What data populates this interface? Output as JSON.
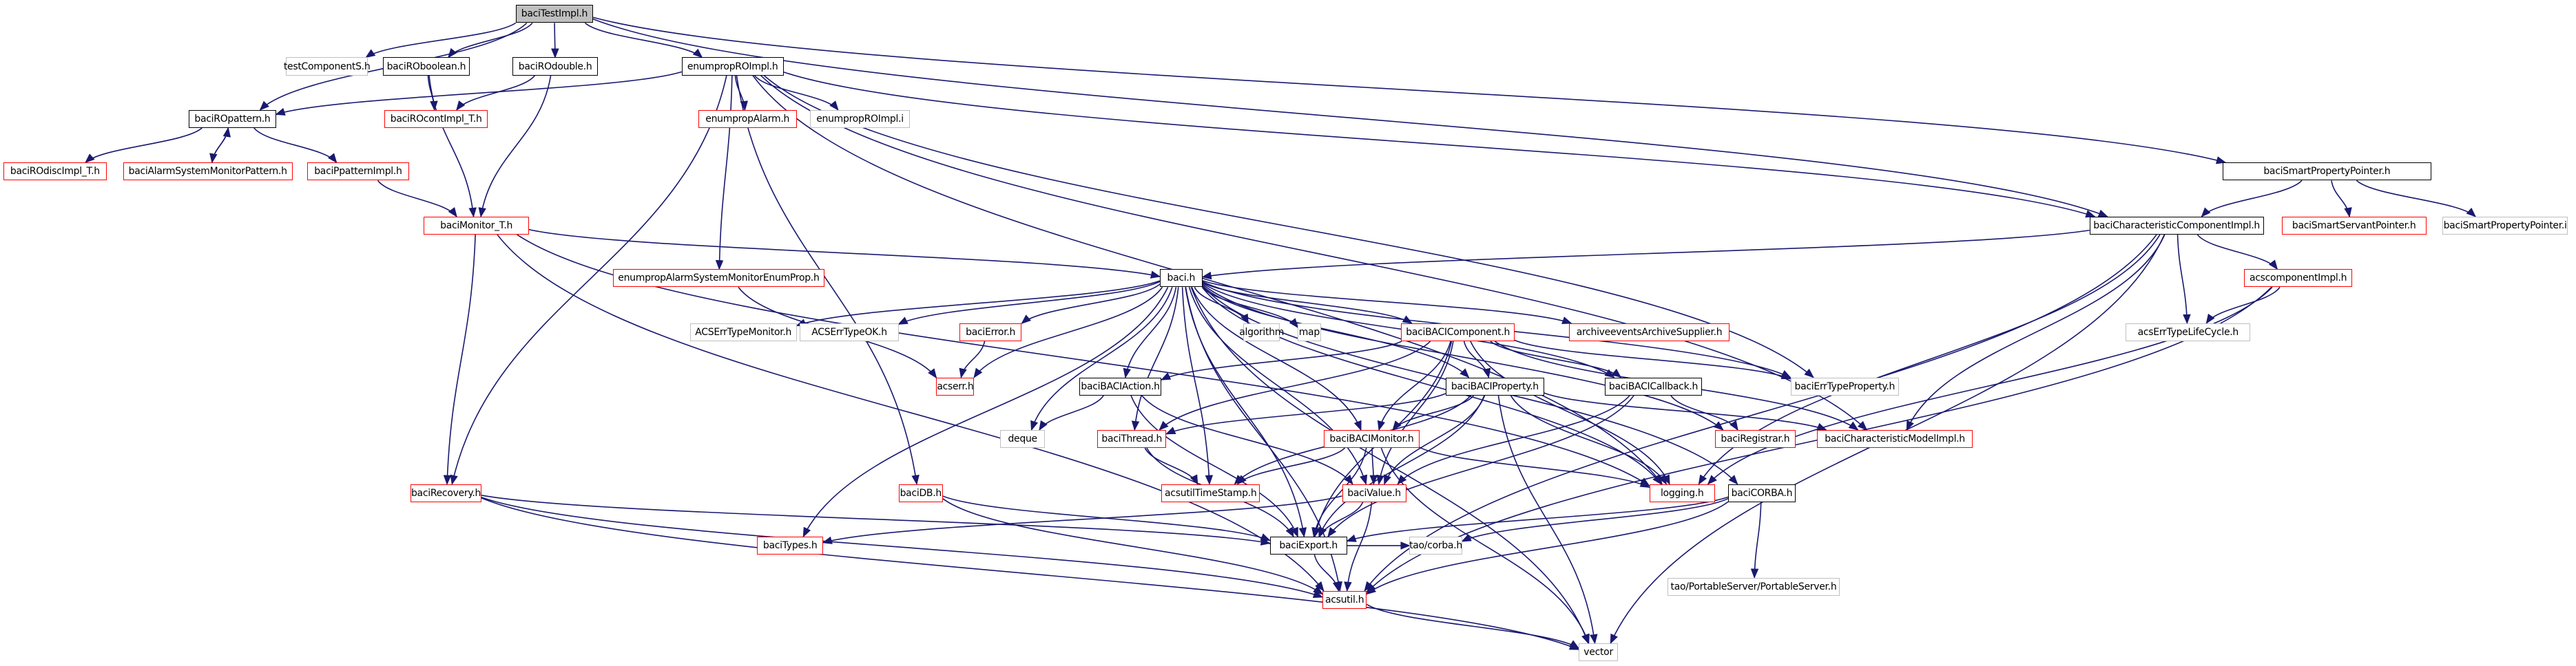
{
  "graph": {
    "title": "baciTestImpl.h include dependency graph",
    "edge_color": "#191970",
    "node_styles": {
      "root": {
        "fill": "#bfbfbf",
        "border": "#000000"
      },
      "documented": {
        "fill": "#ffffff",
        "border": "#000000"
      },
      "undocumented": {
        "fill": "#ffffff",
        "border": "#ff0000"
      },
      "external": {
        "fill": "#ffffff",
        "border": "#bfbfbf"
      }
    },
    "nodes": [
      {
        "id": "baciTestImpl",
        "label": "baciTestImpl.h",
        "style": "root"
      },
      {
        "id": "testComponentS",
        "label": "testComponentS.h",
        "style": "external"
      },
      {
        "id": "baciROboolean",
        "label": "baciROboolean.h",
        "style": "documented"
      },
      {
        "id": "baciROdouble",
        "label": "baciROdouble.h",
        "style": "documented"
      },
      {
        "id": "enumpropROImpl",
        "label": "enumpropROImpl.h",
        "style": "documented"
      },
      {
        "id": "baciROpattern",
        "label": "baciROpattern.h",
        "style": "documented"
      },
      {
        "id": "baciROcontImpl_T",
        "label": "baciROcontImpl_T.h",
        "style": "undocumented"
      },
      {
        "id": "enumpropAlarm",
        "label": "enumpropAlarm.h",
        "style": "undocumented"
      },
      {
        "id": "enumpropROImpl_i",
        "label": "enumpropROImpl.i",
        "style": "external"
      },
      {
        "id": "baciROdiscImpl_T",
        "label": "baciROdiscImpl_T.h",
        "style": "undocumented"
      },
      {
        "id": "baciAlarmSystemMonitorPattern",
        "label": "baciAlarmSystemMonitorPattern.h",
        "style": "undocumented"
      },
      {
        "id": "baciPpatternImpl",
        "label": "baciPpatternImpl.h",
        "style": "undocumented"
      },
      {
        "id": "baciMonitor_T",
        "label": "baciMonitor_T.h",
        "style": "undocumented"
      },
      {
        "id": "baciSmartPropertyPointer",
        "label": "baciSmartPropertyPointer.h",
        "style": "documented"
      },
      {
        "id": "baciCharacteristicComponentImpl",
        "label": "baciCharacteristicComponentImpl.h",
        "style": "documented"
      },
      {
        "id": "baciSmartServantPointer",
        "label": "baciSmartServantPointer.h",
        "style": "undocumented"
      },
      {
        "id": "baciSmartPropertyPointer_i",
        "label": "baciSmartPropertyPointer.i",
        "style": "external"
      },
      {
        "id": "enumpropAlarmSystemMonitorEnumProp",
        "label": "enumpropAlarmSystemMonitorEnumProp.h",
        "style": "undocumented"
      },
      {
        "id": "baci",
        "label": "baci.h",
        "style": "documented"
      },
      {
        "id": "acscomponentImpl",
        "label": "acscomponentImpl.h",
        "style": "undocumented"
      },
      {
        "id": "ACSErrTypeMonitor",
        "label": "ACSErrTypeMonitor.h",
        "style": "external"
      },
      {
        "id": "ACSErrTypeOK",
        "label": "ACSErrTypeOK.h",
        "style": "external"
      },
      {
        "id": "baciError",
        "label": "baciError.h",
        "style": "undocumented"
      },
      {
        "id": "algorithm",
        "label": "algorithm",
        "style": "external"
      },
      {
        "id": "map",
        "label": "map",
        "style": "external"
      },
      {
        "id": "baciBACIComponent",
        "label": "baciBACIComponent.h",
        "style": "undocumented"
      },
      {
        "id": "archiveeventsArchiveSupplier",
        "label": "archiveeventsArchiveSupplier.h",
        "style": "undocumented"
      },
      {
        "id": "acsErrTypeLifeCycle",
        "label": "acsErrTypeLifeCycle.h",
        "style": "external"
      },
      {
        "id": "acserr",
        "label": "acserr.h",
        "style": "undocumented"
      },
      {
        "id": "baciBACIAction",
        "label": "baciBACIAction.h",
        "style": "documented"
      },
      {
        "id": "deque",
        "label": "deque",
        "style": "external"
      },
      {
        "id": "baciBACIProperty",
        "label": "baciBACIProperty.h",
        "style": "documented"
      },
      {
        "id": "baciBACICallback",
        "label": "baciBACICallback.h",
        "style": "documented"
      },
      {
        "id": "baciErrTypeProperty",
        "label": "baciErrTypeProperty.h",
        "style": "external"
      },
      {
        "id": "baciThread",
        "label": "baciThread.h",
        "style": "undocumented"
      },
      {
        "id": "baciBACIMonitor",
        "label": "baciBACIMonitor.h",
        "style": "undocumented"
      },
      {
        "id": "baciRegistrar",
        "label": "baciRegistrar.h",
        "style": "undocumented"
      },
      {
        "id": "baciCharacteristicModelImpl",
        "label": "baciCharacteristicModelImpl.h",
        "style": "undocumented"
      },
      {
        "id": "baciRecovery",
        "label": "baciRecovery.h",
        "style": "undocumented"
      },
      {
        "id": "baciDB",
        "label": "baciDB.h",
        "style": "undocumented"
      },
      {
        "id": "acsutilTimeStamp",
        "label": "acsutilTimeStamp.h",
        "style": "undocumented"
      },
      {
        "id": "baciValue",
        "label": "baciValue.h",
        "style": "undocumented"
      },
      {
        "id": "logging",
        "label": "logging.h",
        "style": "undocumented"
      },
      {
        "id": "baciCORBA",
        "label": "baciCORBA.h",
        "style": "documented"
      },
      {
        "id": "baciTypes",
        "label": "baciTypes.h",
        "style": "undocumented"
      },
      {
        "id": "baciExport",
        "label": "baciExport.h",
        "style": "documented"
      },
      {
        "id": "tao_corba",
        "label": "tao/corba.h",
        "style": "external"
      },
      {
        "id": "tao_PortableServer",
        "label": "tao/PortableServer/PortableServer.h",
        "style": "external"
      },
      {
        "id": "acsutil",
        "label": "acsutil.h",
        "style": "undocumented"
      },
      {
        "id": "vector",
        "label": "vector",
        "style": "external"
      }
    ],
    "edges": [
      [
        "baciTestImpl",
        "testComponentS"
      ],
      [
        "baciTestImpl",
        "baciROboolean"
      ],
      [
        "baciTestImpl",
        "baciROdouble"
      ],
      [
        "baciTestImpl",
        "enumpropROImpl"
      ],
      [
        "baciTestImpl",
        "baciROpattern"
      ],
      [
        "baciTestImpl",
        "baciSmartPropertyPointer"
      ],
      [
        "baciTestImpl",
        "baciCharacteristicComponentImpl"
      ],
      [
        "baciROboolean",
        "baciROcontImpl_T"
      ],
      [
        "baciROboolean",
        "baciMonitor_T"
      ],
      [
        "baciROdouble",
        "baciROcontImpl_T"
      ],
      [
        "baciROdouble",
        "baciMonitor_T"
      ],
      [
        "enumpropROImpl",
        "baciROpattern"
      ],
      [
        "enumpropROImpl",
        "enumpropAlarm"
      ],
      [
        "enumpropROImpl",
        "enumpropROImpl_i"
      ],
      [
        "enumpropROImpl",
        "enumpropAlarmSystemMonitorEnumProp"
      ],
      [
        "enumpropROImpl",
        "baciRecovery"
      ],
      [
        "enumpropROImpl",
        "baciDB"
      ],
      [
        "enumpropROImpl",
        "baciCharacteristicComponentImpl"
      ],
      [
        "enumpropROImpl",
        "baciErrTypeProperty"
      ],
      [
        "enumpropROImpl",
        "logging"
      ],
      [
        "enumpropROImpl",
        "baciCharacteristicModelImpl"
      ],
      [
        "baciROpattern",
        "baciROdiscImpl_T"
      ],
      [
        "baciROpattern",
        "baciAlarmSystemMonitorPattern"
      ],
      [
        "baciROpattern",
        "baciPpatternImpl"
      ],
      [
        "baciAlarmSystemMonitorPattern",
        "baciROpattern"
      ],
      [
        "baciPpatternImpl",
        "baciMonitor_T"
      ],
      [
        "baciMonitor_T",
        "baci"
      ],
      [
        "baciMonitor_T",
        "baciRecovery"
      ],
      [
        "baciMonitor_T",
        "acsutil"
      ],
      [
        "baciMonitor_T",
        "logging"
      ],
      [
        "baciSmartPropertyPointer",
        "baciCharacteristicComponentImpl"
      ],
      [
        "baciSmartPropertyPointer",
        "baciSmartServantPointer"
      ],
      [
        "baciSmartPropertyPointer",
        "baciSmartPropertyPointer_i"
      ],
      [
        "baciCharacteristicComponentImpl",
        "baci"
      ],
      [
        "baciCharacteristicComponentImpl",
        "acscomponentImpl"
      ],
      [
        "baciCharacteristicComponentImpl",
        "acsErrTypeLifeCycle"
      ],
      [
        "baciCharacteristicComponentImpl",
        "baciCharacteristicModelImpl"
      ],
      [
        "baciCharacteristicComponentImpl",
        "logging"
      ],
      [
        "baciCharacteristicComponentImpl",
        "acsutil"
      ],
      [
        "baciCharacteristicComponentImpl",
        "vector"
      ],
      [
        "acscomponentImpl",
        "acsErrTypeLifeCycle"
      ],
      [
        "acscomponentImpl",
        "logging"
      ],
      [
        "acscomponentImpl",
        "acsutil"
      ],
      [
        "enumpropAlarmSystemMonitorEnumProp",
        "acserr"
      ],
      [
        "baci",
        "ACSErrTypeMonitor"
      ],
      [
        "baci",
        "ACSErrTypeOK"
      ],
      [
        "baci",
        "baciError"
      ],
      [
        "baci",
        "acserr"
      ],
      [
        "baci",
        "algorithm"
      ],
      [
        "baci",
        "map"
      ],
      [
        "baci",
        "baciBACIComponent"
      ],
      [
        "baci",
        "archiveeventsArchiveSupplier"
      ],
      [
        "baci",
        "baciBACIAction"
      ],
      [
        "baci",
        "deque"
      ],
      [
        "baci",
        "baciBACIProperty"
      ],
      [
        "baci",
        "baciBACICallback"
      ],
      [
        "baci",
        "baciErrTypeProperty"
      ],
      [
        "baci",
        "baciThread"
      ],
      [
        "baci",
        "baciBACIMonitor"
      ],
      [
        "baci",
        "baciValue"
      ],
      [
        "baci",
        "baciExport"
      ],
      [
        "baci",
        "acsutilTimeStamp"
      ],
      [
        "baci",
        "baciTypes"
      ],
      [
        "baci",
        "logging"
      ],
      [
        "baci",
        "baciCORBA"
      ],
      [
        "baci",
        "acsutil"
      ],
      [
        "baci",
        "vector"
      ],
      [
        "baci",
        "baciRegistrar"
      ],
      [
        "baciError",
        "acserr"
      ],
      [
        "baciBACIComponent",
        "baciBACIAction"
      ],
      [
        "baciBACIComponent",
        "baciBACIProperty"
      ],
      [
        "baciBACIComponent",
        "baciBACICallback"
      ],
      [
        "baciBACIComponent",
        "baciThread"
      ],
      [
        "baciBACIComponent",
        "baciBACIMonitor"
      ],
      [
        "baciBACIComponent",
        "baciValue"
      ],
      [
        "baciBACIComponent",
        "baciExport"
      ],
      [
        "baciBACIComponent",
        "baciErrTypeProperty"
      ],
      [
        "baciBACIComponent",
        "baciCharacteristicModelImpl"
      ],
      [
        "baciBACIComponent",
        "logging"
      ],
      [
        "baciBACIAction",
        "deque"
      ],
      [
        "baciBACIAction",
        "baciValue"
      ],
      [
        "baciBACIAction",
        "baciExport"
      ],
      [
        "baciBACIProperty",
        "baciThread"
      ],
      [
        "baciBACIProperty",
        "baciBACIMonitor"
      ],
      [
        "baciBACIProperty",
        "baciValue"
      ],
      [
        "baciBACIProperty",
        "baciExport"
      ],
      [
        "baciBACIProperty",
        "logging"
      ],
      [
        "baciBACIProperty",
        "baciCharacteristicModelImpl"
      ],
      [
        "baciBACIProperty",
        "vector"
      ],
      [
        "baciBACIProperty",
        "acsutilTimeStamp"
      ],
      [
        "baciBACICallback",
        "baciRegistrar"
      ],
      [
        "baciBACICallback",
        "baciValue"
      ],
      [
        "baciBACICallback",
        "baciExport"
      ],
      [
        "baciThread",
        "acsutilTimeStamp"
      ],
      [
        "baciThread",
        "baciExport"
      ],
      [
        "baciBACIMonitor",
        "acsutilTimeStamp"
      ],
      [
        "baciBACIMonitor",
        "baciValue"
      ],
      [
        "baciBACIMonitor",
        "baciExport"
      ],
      [
        "baciBACIMonitor",
        "logging"
      ],
      [
        "baciBACIMonitor",
        "vector"
      ],
      [
        "baciRecovery",
        "baciExport"
      ],
      [
        "baciRecovery",
        "acsutil"
      ],
      [
        "baciRecovery",
        "vector"
      ],
      [
        "baciDB",
        "baciExport"
      ],
      [
        "baciDB",
        "acsutil"
      ],
      [
        "baciValue",
        "baciTypes"
      ],
      [
        "baciValue",
        "baciExport"
      ],
      [
        "baciValue",
        "acsutil"
      ],
      [
        "baciCORBA",
        "baciExport"
      ],
      [
        "baciCORBA",
        "tao_corba"
      ],
      [
        "baciCORBA",
        "tao_PortableServer"
      ],
      [
        "baciCORBA",
        "acsutil"
      ],
      [
        "baciExport",
        "acsutil"
      ],
      [
        "baciExport",
        "tao_corba"
      ],
      [
        "acsutil",
        "vector"
      ]
    ]
  }
}
